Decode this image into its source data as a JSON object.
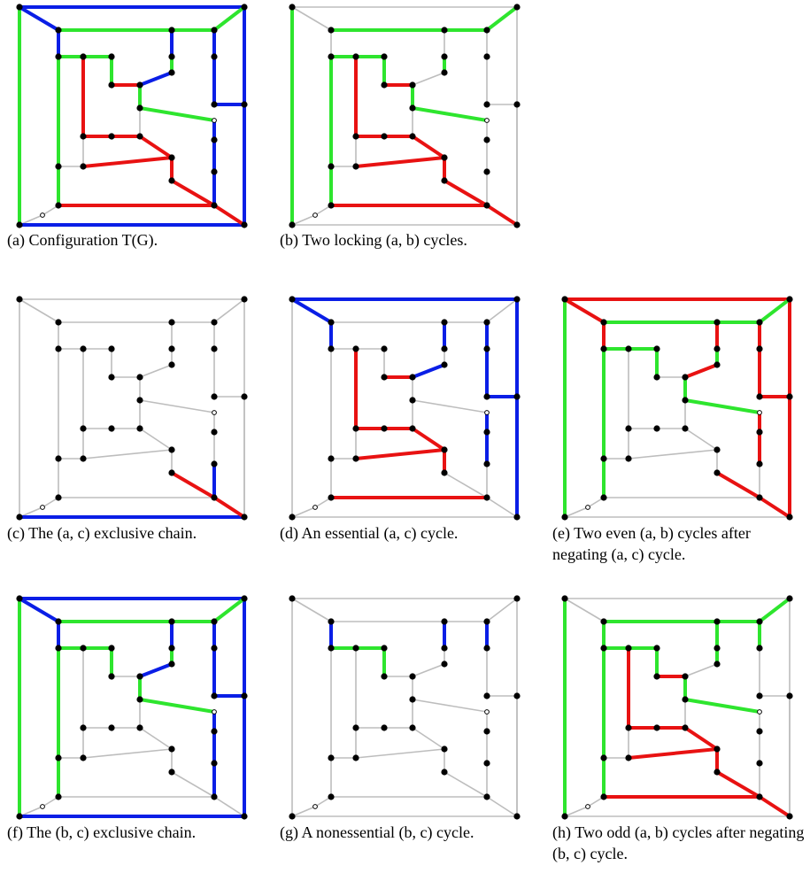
{
  "colors": {
    "gray": "#bdbdbd",
    "blue": "#0a1ee6",
    "green": "#2ee52e",
    "red": "#e81212",
    "node": "#000000"
  },
  "panels": [
    {
      "id": "a",
      "label": "(a)",
      "caption": "Configuration T(G).",
      "colors": {
        "blue": [
          "t0",
          "t1",
          "t3",
          "t4",
          "t9",
          "t10",
          "t11",
          "t17",
          "t18",
          "t19",
          "t20",
          "t23",
          "t24",
          "t25"
        ],
        "green": [
          "t2",
          "t5",
          "t6",
          "t7",
          "t12",
          "t13",
          "t14",
          "t16",
          "t21",
          "t22",
          "t26",
          "t27"
        ],
        "red": [
          "t8",
          "t15",
          "t28",
          "t29",
          "t30",
          "t31",
          "t32",
          "t33",
          "t34",
          "t35"
        ]
      }
    },
    {
      "id": "b",
      "label": "(b)",
      "caption": "Two locking (a, b) cycles.",
      "colors": {
        "green": [
          "t2",
          "t5",
          "t6",
          "t7",
          "t12",
          "t13",
          "t14",
          "t16",
          "t21",
          "t22",
          "t26",
          "t27"
        ],
        "red": [
          "t8",
          "t15",
          "t28",
          "t29",
          "t30",
          "t31",
          "t32",
          "t33",
          "t34",
          "t35"
        ]
      }
    },
    {
      "id": "c",
      "label": "(c)",
      "caption": "The (a, c) exclusive chain.",
      "colors": {
        "blue": [
          "t1",
          "t25"
        ],
        "red": [
          "t8",
          "t35"
        ]
      }
    },
    {
      "id": "d",
      "label": "(d)",
      "caption": "An essential (a, c) cycle.",
      "colors": {
        "blue": [
          "t0",
          "t3",
          "t4",
          "t9",
          "t10",
          "t11",
          "t17",
          "t18",
          "t19",
          "t20",
          "t23",
          "t24"
        ],
        "red": [
          "t15",
          "t28",
          "t29",
          "t30",
          "t31",
          "t32",
          "t33",
          "t34"
        ]
      }
    },
    {
      "id": "e",
      "label": "(e)",
      "caption": "Two even (a, b) cycles after negating (a, c) cycle.",
      "colors": {
        "green": [
          "t2",
          "t5",
          "t6",
          "t7",
          "t12",
          "t13",
          "t14",
          "t16",
          "t21",
          "t22",
          "t26",
          "t27"
        ],
        "red": [
          "t0",
          "t3",
          "t4",
          "t9",
          "t10",
          "t11",
          "t17",
          "t18",
          "t19",
          "t20",
          "t23",
          "t24",
          "t8",
          "t35"
        ]
      }
    },
    {
      "id": "f",
      "label": "(f)",
      "caption": "The (b, c) exclusive chain.",
      "colors": {
        "blue": [
          "t0",
          "t1",
          "t3",
          "t4",
          "t9",
          "t10",
          "t11",
          "t17",
          "t18",
          "t19",
          "t20",
          "t23",
          "t24",
          "t25"
        ],
        "green": [
          "t2",
          "t5",
          "t6",
          "t7",
          "t12",
          "t13",
          "t14",
          "t16",
          "t21",
          "t22",
          "t26",
          "t27"
        ]
      }
    },
    {
      "id": "g",
      "label": "(g)",
      "caption": "A nonessential (b, c) cycle.",
      "colors": {
        "blue": [
          "t9",
          "t10",
          "t11"
        ],
        "green": [
          "t12",
          "t13",
          "t14"
        ]
      }
    },
    {
      "id": "h",
      "label": "(h)",
      "caption": "Two odd (a, b) cycles after negating (b, c) cycle.",
      "colors": {
        "green": [
          "t2",
          "t5",
          "t6",
          "t7",
          "t12",
          "t13",
          "t14",
          "t16",
          "t21",
          "t22",
          "t26",
          "t27",
          "t9",
          "t10",
          "t11"
        ],
        "red": [
          "t8",
          "t15",
          "t28",
          "t29",
          "t30",
          "t31",
          "t32",
          "t33",
          "t34",
          "t35"
        ]
      }
    }
  ]
}
